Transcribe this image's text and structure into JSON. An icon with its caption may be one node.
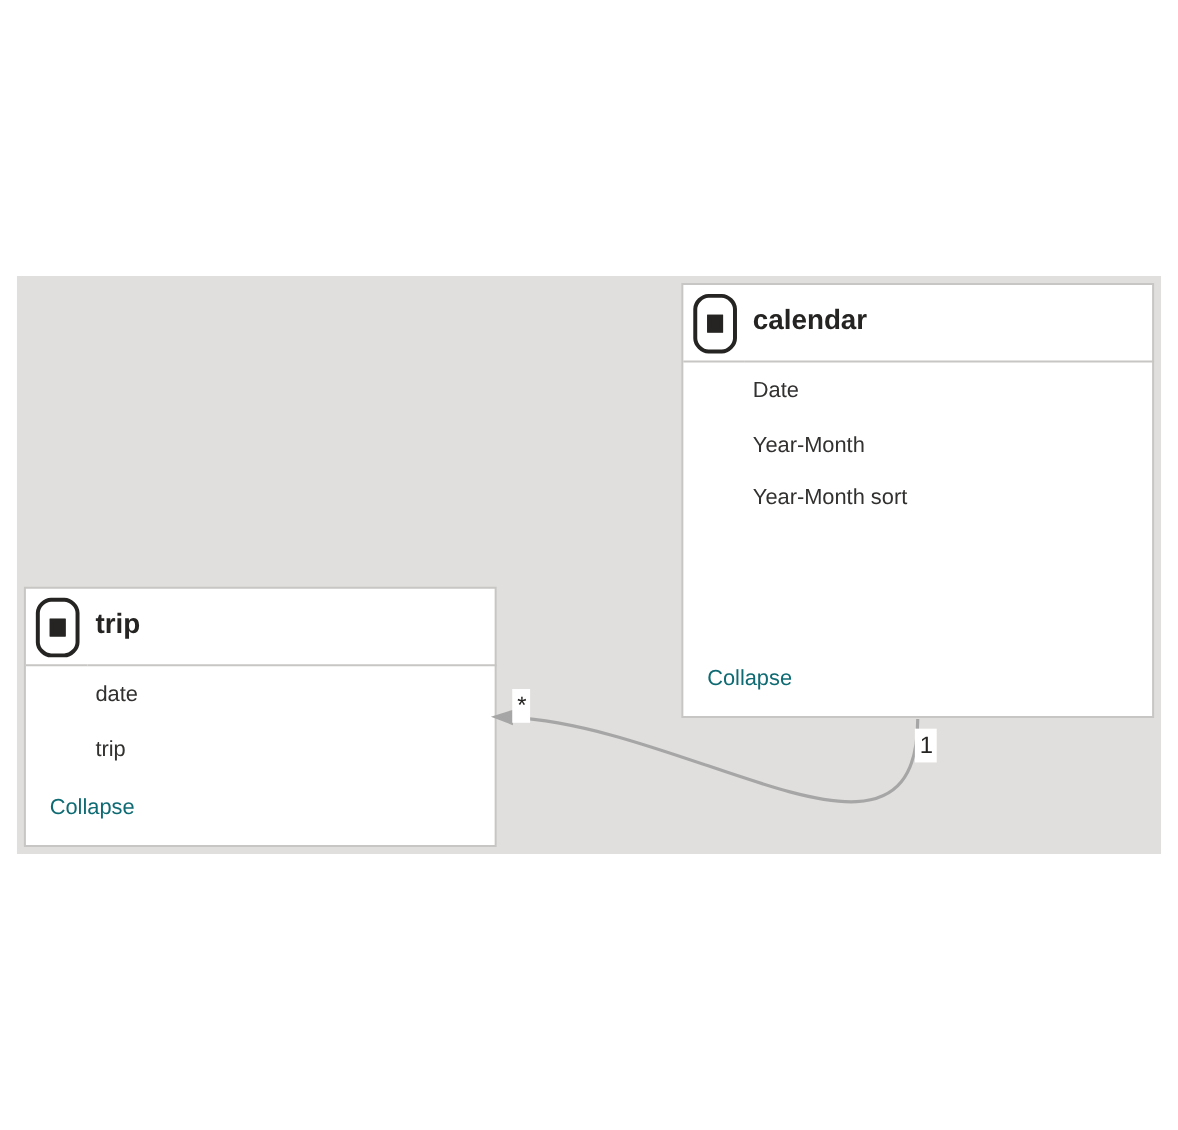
{
  "diagram": {
    "nodes": [
      {
        "text": [
          "calendar",
          "Date",
          "Year-Month",
          "Year-Month sort",
          "Collapse"
        ],
        "beside": [
          "1"
        ]
      },
      {
        "text": [
          "trip",
          "date",
          "trip",
          "Collapse"
        ],
        "beside": [
          "*"
        ]
      }
    ],
    "edges": [
      {
        "from": 0,
        "to": 1,
        "arrow": "to"
      }
    ]
  }
}
